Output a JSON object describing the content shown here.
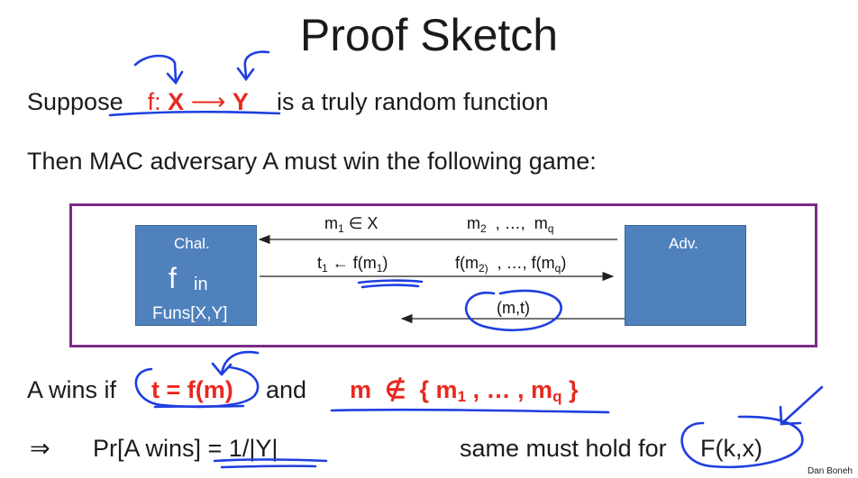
{
  "slide": {
    "title": "Proof Sketch",
    "line1": {
      "prefix": "Suppose",
      "func_label": "f:",
      "domain": "X",
      "arrow": "⟶",
      "range": "Y",
      "suffix": "is a truly random function"
    },
    "line2": "Then MAC adversary A must win the following game:",
    "game": {
      "challenger": {
        "label": "Chal.",
        "f": "f",
        "in": "in",
        "funs": "Funs[X,Y]"
      },
      "adversary": {
        "label": "Adv."
      },
      "msg_query_first": {
        "pre": "m",
        "sub": "1",
        "post": " ∈ X"
      },
      "msg_query_rest": {
        "pre": "m",
        "sub": "2",
        "mid": "  , …,  m",
        "sub2": "q"
      },
      "msg_resp_first": {
        "pre": "t",
        "sub": "1",
        "mid": " ← f(m",
        "sub2": "1",
        "post": ")"
      },
      "msg_resp_rest": {
        "pre": "f(m",
        "sub": "2)",
        "mid": "  , …, f(m",
        "sub2": "q",
        "post": ")"
      },
      "msg_forgery": "(m,t)"
    },
    "win_line": {
      "prefix": "A wins if",
      "cond1": "t = f(m)",
      "and": "and",
      "cond2_pre": "m  ∉  { m",
      "cond2_sub": "1",
      "cond2_mid": " , … , m",
      "cond2_sub2": "q",
      "cond2_post": " }"
    },
    "prob_line": {
      "implies": "⇒",
      "prob": "Pr[A wins] = 1/|Y|",
      "same": "same must hold for",
      "fkx": "F(k,x)"
    },
    "credit": "Dan Boneh"
  }
}
